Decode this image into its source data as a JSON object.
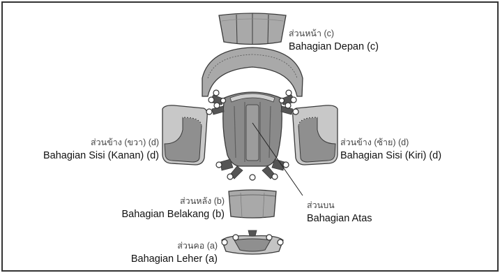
{
  "colors": {
    "frame": "#333333",
    "pad_dark": "#878787",
    "pad_mid": "#a9a9a9",
    "pad_light": "#c8c8c8",
    "pad_lighter": "#dadada",
    "outline": "#3a3a3a",
    "leader": "#222222"
  },
  "labels": {
    "front": {
      "thai": "ส่วนหน้า (c)",
      "main": "Bahagian Depan (c)"
    },
    "right": {
      "thai": "ส่วนข้าง (ขวา) (d)",
      "main": "Bahagian Sisi (Kanan) (d)"
    },
    "left": {
      "thai": "ส่วนข้าง (ซ้าย) (d)",
      "main": "Bahagian Sisi (Kiri) (d)"
    },
    "back": {
      "thai": "ส่วนหลัง (b)",
      "main": "Bahagian Belakang (b)"
    },
    "top": {
      "thai": "ส่วนบน",
      "main": "Bahagian Atas"
    },
    "neck": {
      "thai": "ส่วนคอ (a)",
      "main": "Bahagian Leher (a)"
    }
  }
}
